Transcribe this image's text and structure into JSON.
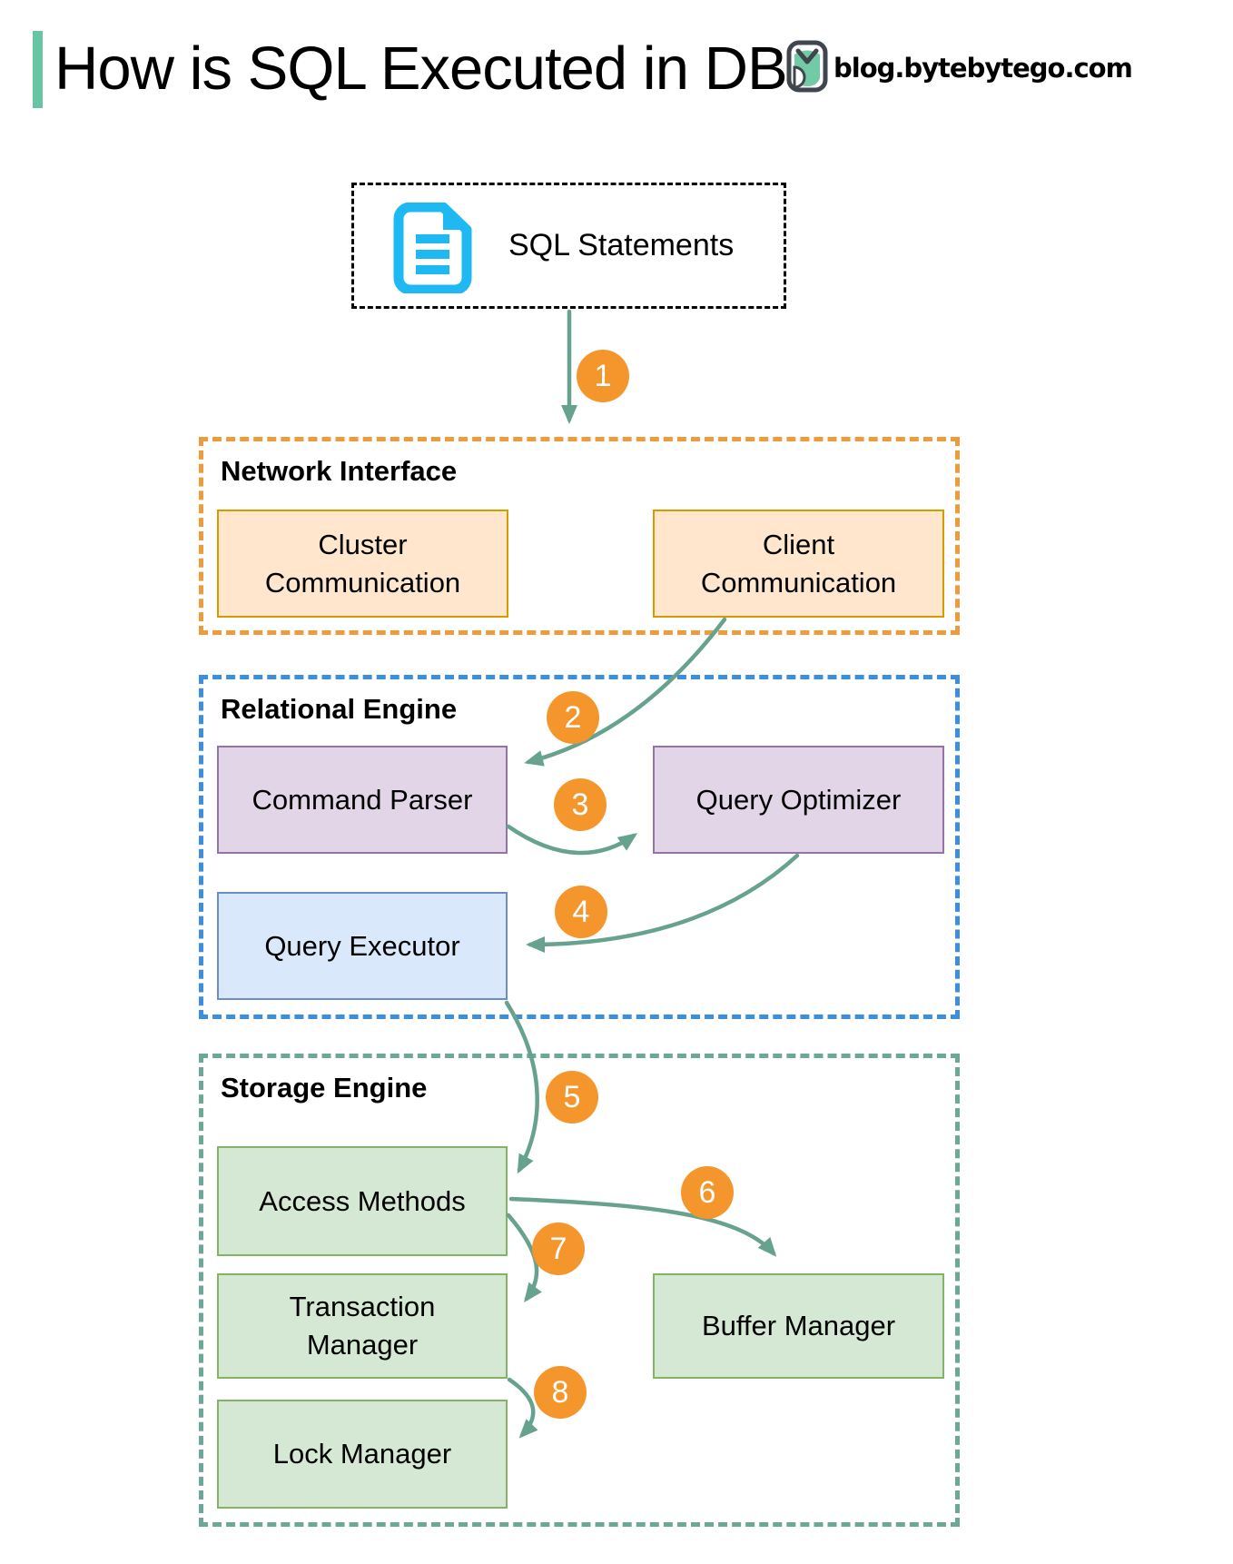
{
  "header": {
    "title": "How is SQL Executed in DB?",
    "brand_text": "blog.bytebytego.com"
  },
  "source_box": {
    "label": "SQL Statements",
    "icon": "document-icon"
  },
  "sections": [
    {
      "name": "Network Interface",
      "boxes": [
        {
          "label": "Cluster Communication"
        },
        {
          "label": "Client Communication"
        }
      ]
    },
    {
      "name": "Relational Engine",
      "boxes": [
        {
          "label": "Command Parser"
        },
        {
          "label": "Query Optimizer"
        },
        {
          "label": "Query Executor"
        }
      ]
    },
    {
      "name": "Storage Engine",
      "boxes": [
        {
          "label": "Access Methods"
        },
        {
          "label": "Transaction Manager"
        },
        {
          "label": "Buffer Manager"
        },
        {
          "label": "Lock Manager"
        }
      ]
    }
  ],
  "steps": [
    "1",
    "2",
    "3",
    "4",
    "5",
    "6",
    "7",
    "8"
  ],
  "colors": {
    "accent_bar": "#67C5A4",
    "arrow": "#67A28F",
    "step_badge": "#F5962D",
    "section_network_border": "#EE9B3C",
    "section_relational_border": "#3C8EDE",
    "section_storage_border": "#6BA897",
    "network_box_fill": "#FFE6CC",
    "network_box_border": "#D79B00",
    "parser_optimizer_fill": "#E1D5E7",
    "parser_optimizer_border": "#9673A6",
    "executor_fill": "#DAE8FC",
    "executor_border": "#6C8EBF",
    "storage_box_fill": "#D5E8D4",
    "storage_box_border": "#82B366",
    "document_icon": "#1EB9F2",
    "logo_green": "#72CBA6",
    "logo_outline": "#3F464D"
  }
}
